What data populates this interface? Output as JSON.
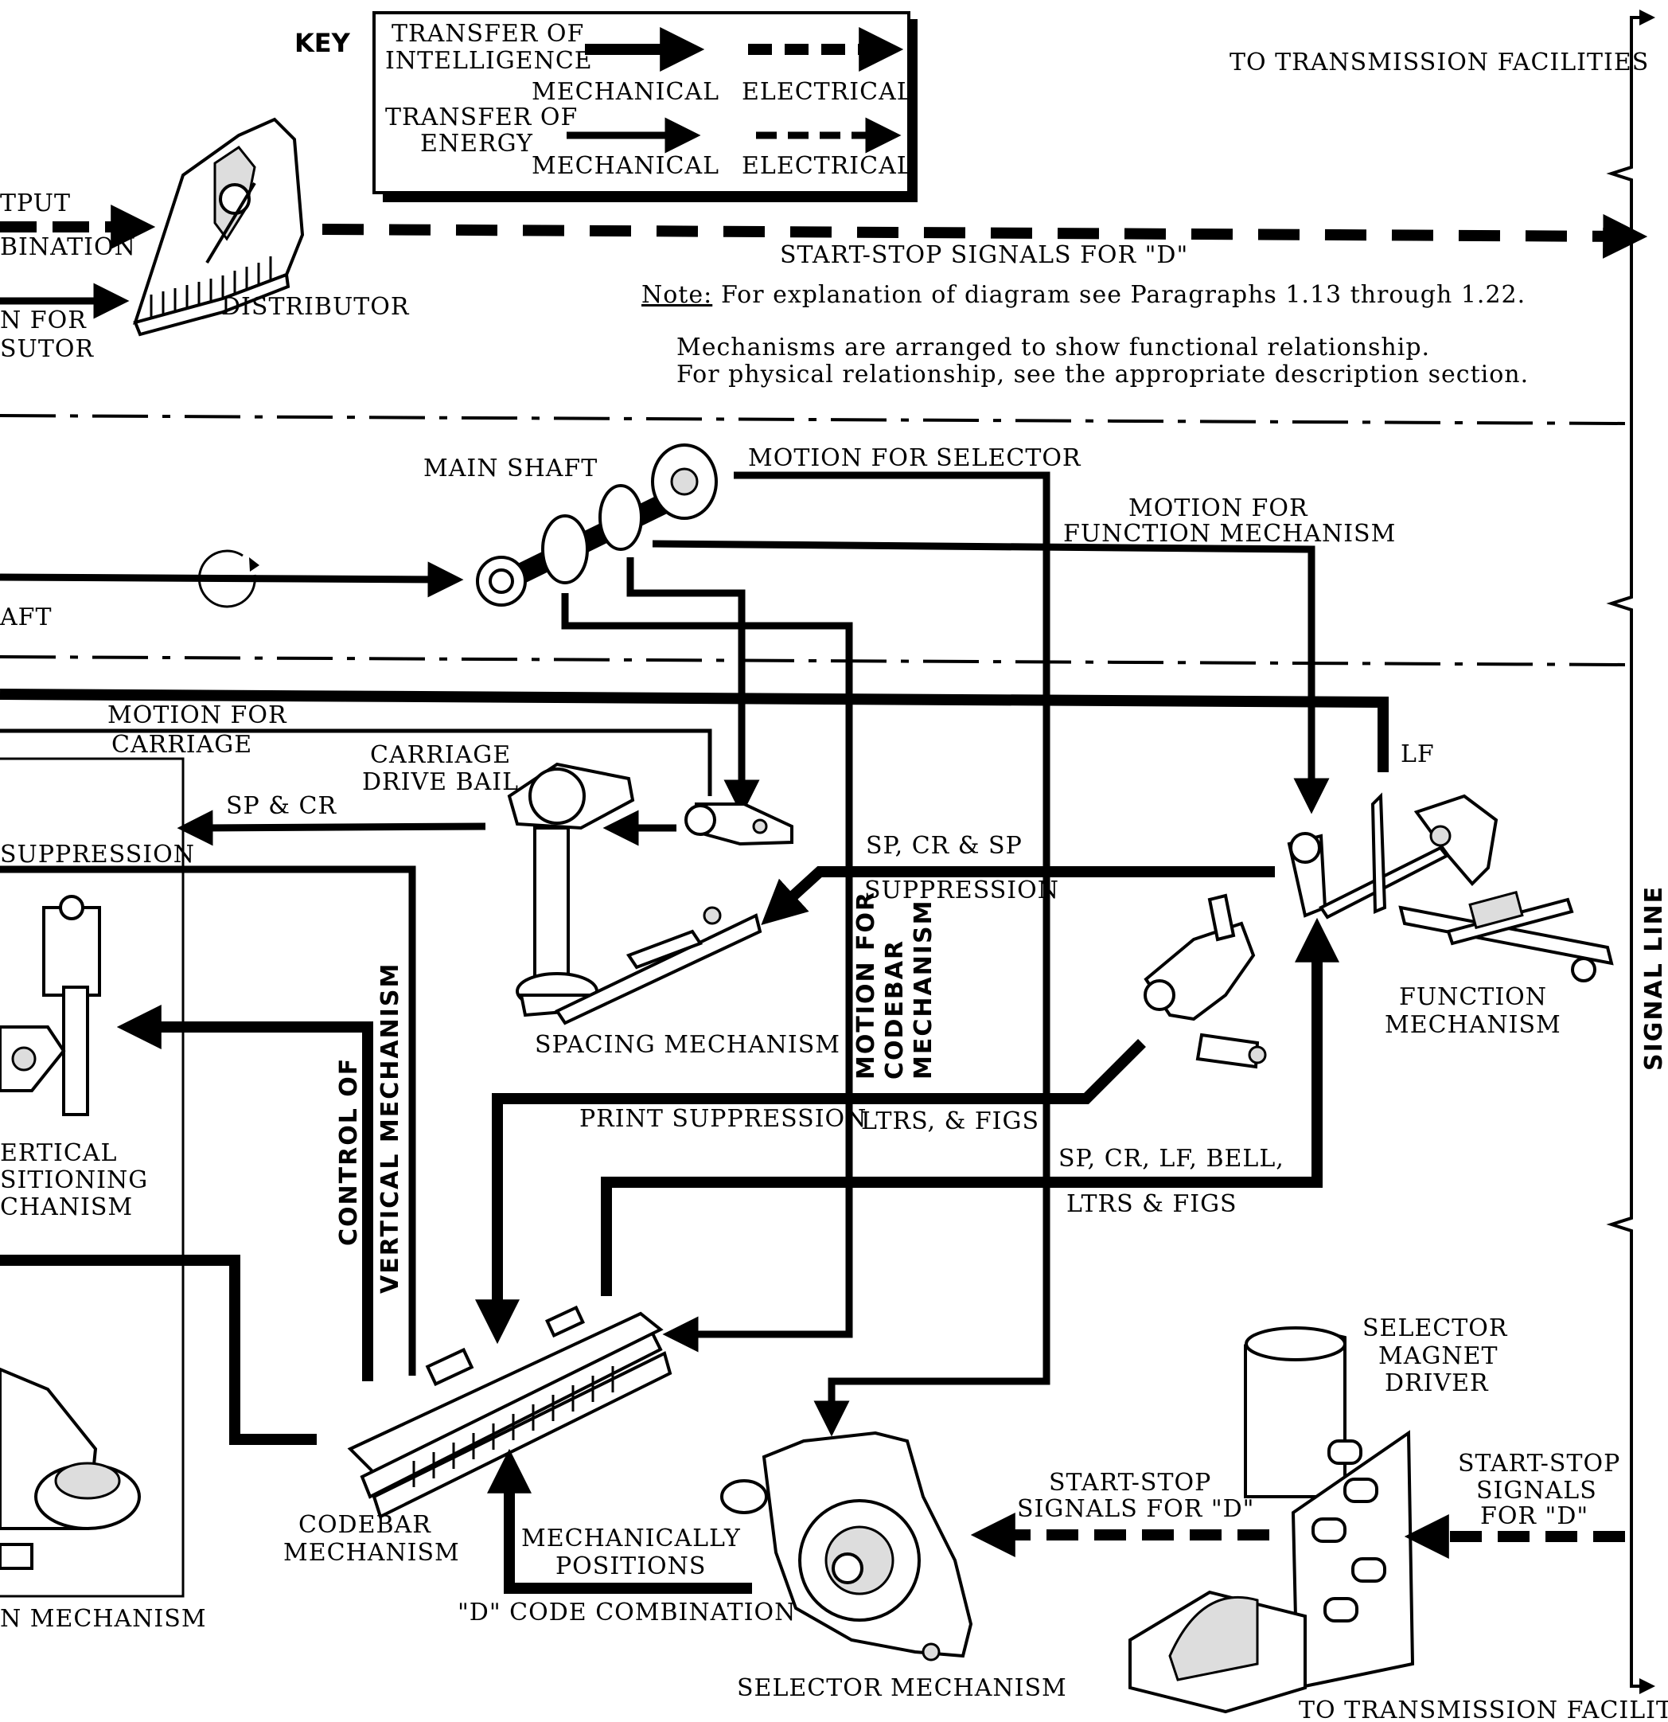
{
  "key": {
    "heading": "KEY",
    "intelligence_line1": "TRANSFER OF",
    "intelligence_line2": "INTELLIGENCE",
    "energy_line1": "TRANSFER OF",
    "energy_line2": "ENERGY",
    "mechanical": "MECHANICAL",
    "electrical": "ELECTRICAL"
  },
  "labels": {
    "to_transmission_top": "TO TRANSMISSION FACILITIES",
    "to_transmission_bottom": "TO TRANSMISSION FACILITIES",
    "output_combination_l1": "TPUT",
    "output_combination_l2": "BINATION",
    "motion_for_distributor_l1": "N FOR",
    "motion_for_distributor_l2": "SUTOR",
    "distributor": "DISTRIBUTOR",
    "start_stop_top": "START-STOP SIGNALS FOR \"D\"",
    "note_label": "Note:",
    "note_text": "For explanation of diagram see Paragraphs 1.13 through 1.22.",
    "arrangement_l1": "Mechanisms are arranged to show functional relationship.",
    "arrangement_l2": "For physical relationship, see the appropriate description section.",
    "main_shaft": "MAIN SHAFT",
    "motion_for_selector": "MOTION FOR SELECTOR",
    "motion_for_function_l1": "MOTION FOR",
    "motion_for_function_l2": "FUNCTION MECHANISM",
    "shaft_partial": "AFT",
    "motion_for_carriage_l1": "MOTION FOR",
    "motion_for_carriage_l2": "CARRIAGE",
    "carriage_drive_bail_l1": "CARRIAGE",
    "carriage_drive_bail_l2": "DRIVE BAIL",
    "sp_cr": "SP & CR",
    "suppression_left": "SUPPRESSION",
    "lf": "LF",
    "sp_cr_sp": "SP, CR & SP",
    "suppression_mid": "SUPPRESSION",
    "motion_for_codebar_l1": "MOTION FOR",
    "motion_for_codebar_l2": "CODEBAR",
    "motion_for_codebar_l3": "MECHANISM",
    "spacing_mechanism": "SPACING MECHANISM",
    "function_mechanism_l1": "FUNCTION",
    "function_mechanism_l2": "MECHANISM",
    "vertical_positioning_l1": "ERTICAL",
    "vertical_positioning_l2": "SITIONING",
    "vertical_positioning_l3": "CHANISM",
    "control_of": "CONTROL OF",
    "vertical_mechanism": "VERTICAL MECHANISM",
    "print_suppression": "PRINT SUPPRESSION",
    "ltrs_figs": "LTRS, & FIGS",
    "sp_cr_lf_bell": "SP, CR, LF, BELL,",
    "ltrs_figs_2": "LTRS & FIGS",
    "signal_line": "SIGNAL LINE",
    "selector_magnet_driver_l1": "SELECTOR",
    "selector_magnet_driver_l2": "MAGNET",
    "selector_magnet_driver_l3": "DRIVER",
    "start_stop_mid_l1": "START-STOP",
    "start_stop_mid_l2": "SIGNALS FOR \"D\"",
    "start_stop_right_l1": "START-STOP",
    "start_stop_right_l2": "SIGNALS",
    "start_stop_right_l3": "FOR \"D\"",
    "codebar_mechanism_l1": "CODEBAR",
    "codebar_mechanism_l2": "MECHANISM",
    "mechanically_positions_l1": "MECHANICALLY",
    "mechanically_positions_l2": "POSITIONS",
    "d_code_combination": "\"D\" CODE COMBINATION",
    "selector_mechanism": "SELECTOR MECHANISM",
    "bottom_left_mechanism": "N MECHANISM"
  }
}
